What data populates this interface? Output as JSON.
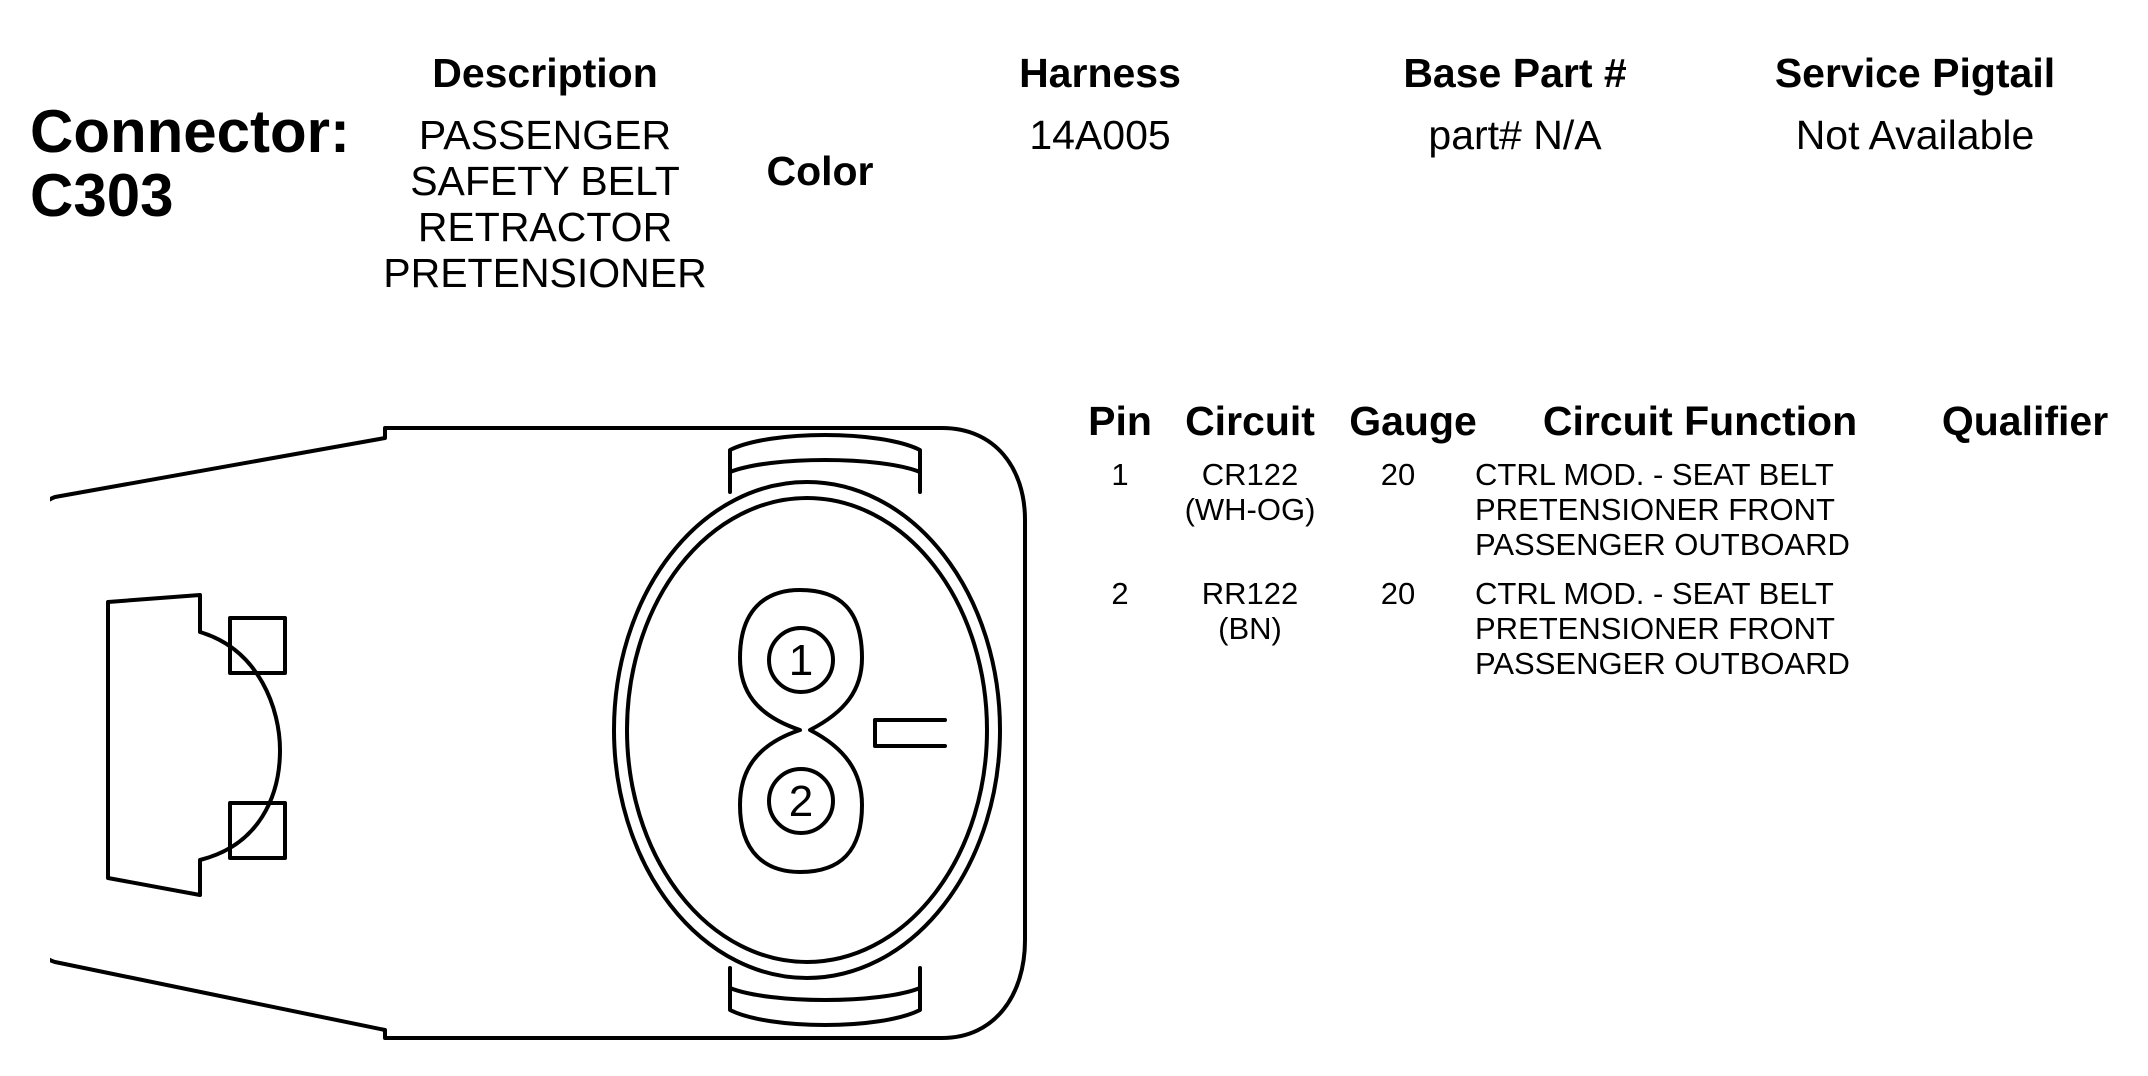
{
  "connector": {
    "label": "Connector:",
    "id": "C303"
  },
  "headers": {
    "description": "Description",
    "color": "Color",
    "harness": "Harness",
    "base_part": "Base Part #",
    "service_pigtail": "Service Pigtail"
  },
  "values": {
    "description_lines": [
      "PASSENGER",
      "SAFETY BELT",
      "RETRACTOR",
      "PRETENSIONER"
    ],
    "harness": "14A005",
    "base_part": "part# N/A",
    "service_pigtail": "Not Available"
  },
  "pin_table": {
    "headers": {
      "pin": "Pin",
      "circuit": "Circuit",
      "gauge": "Gauge",
      "function": "Circuit Function",
      "qualifier": "Qualifier"
    },
    "rows": [
      {
        "pin": "1",
        "circuit": "CR122",
        "circuit_color": "(WH-OG)",
        "gauge": "20",
        "function_lines": [
          "CTRL MOD. - SEAT BELT",
          "PRETENSIONER FRONT",
          "PASSENGER OUTBOARD"
        ],
        "qualifier": ""
      },
      {
        "pin": "2",
        "circuit": "RR122",
        "circuit_color": "(BN)",
        "gauge": "20",
        "function_lines": [
          "CTRL MOD. - SEAT BELT",
          "PRETENSIONER FRONT",
          "PASSENGER OUTBOARD"
        ],
        "qualifier": ""
      }
    ]
  },
  "diagram": {
    "cavity_labels": [
      "1",
      "2"
    ]
  }
}
